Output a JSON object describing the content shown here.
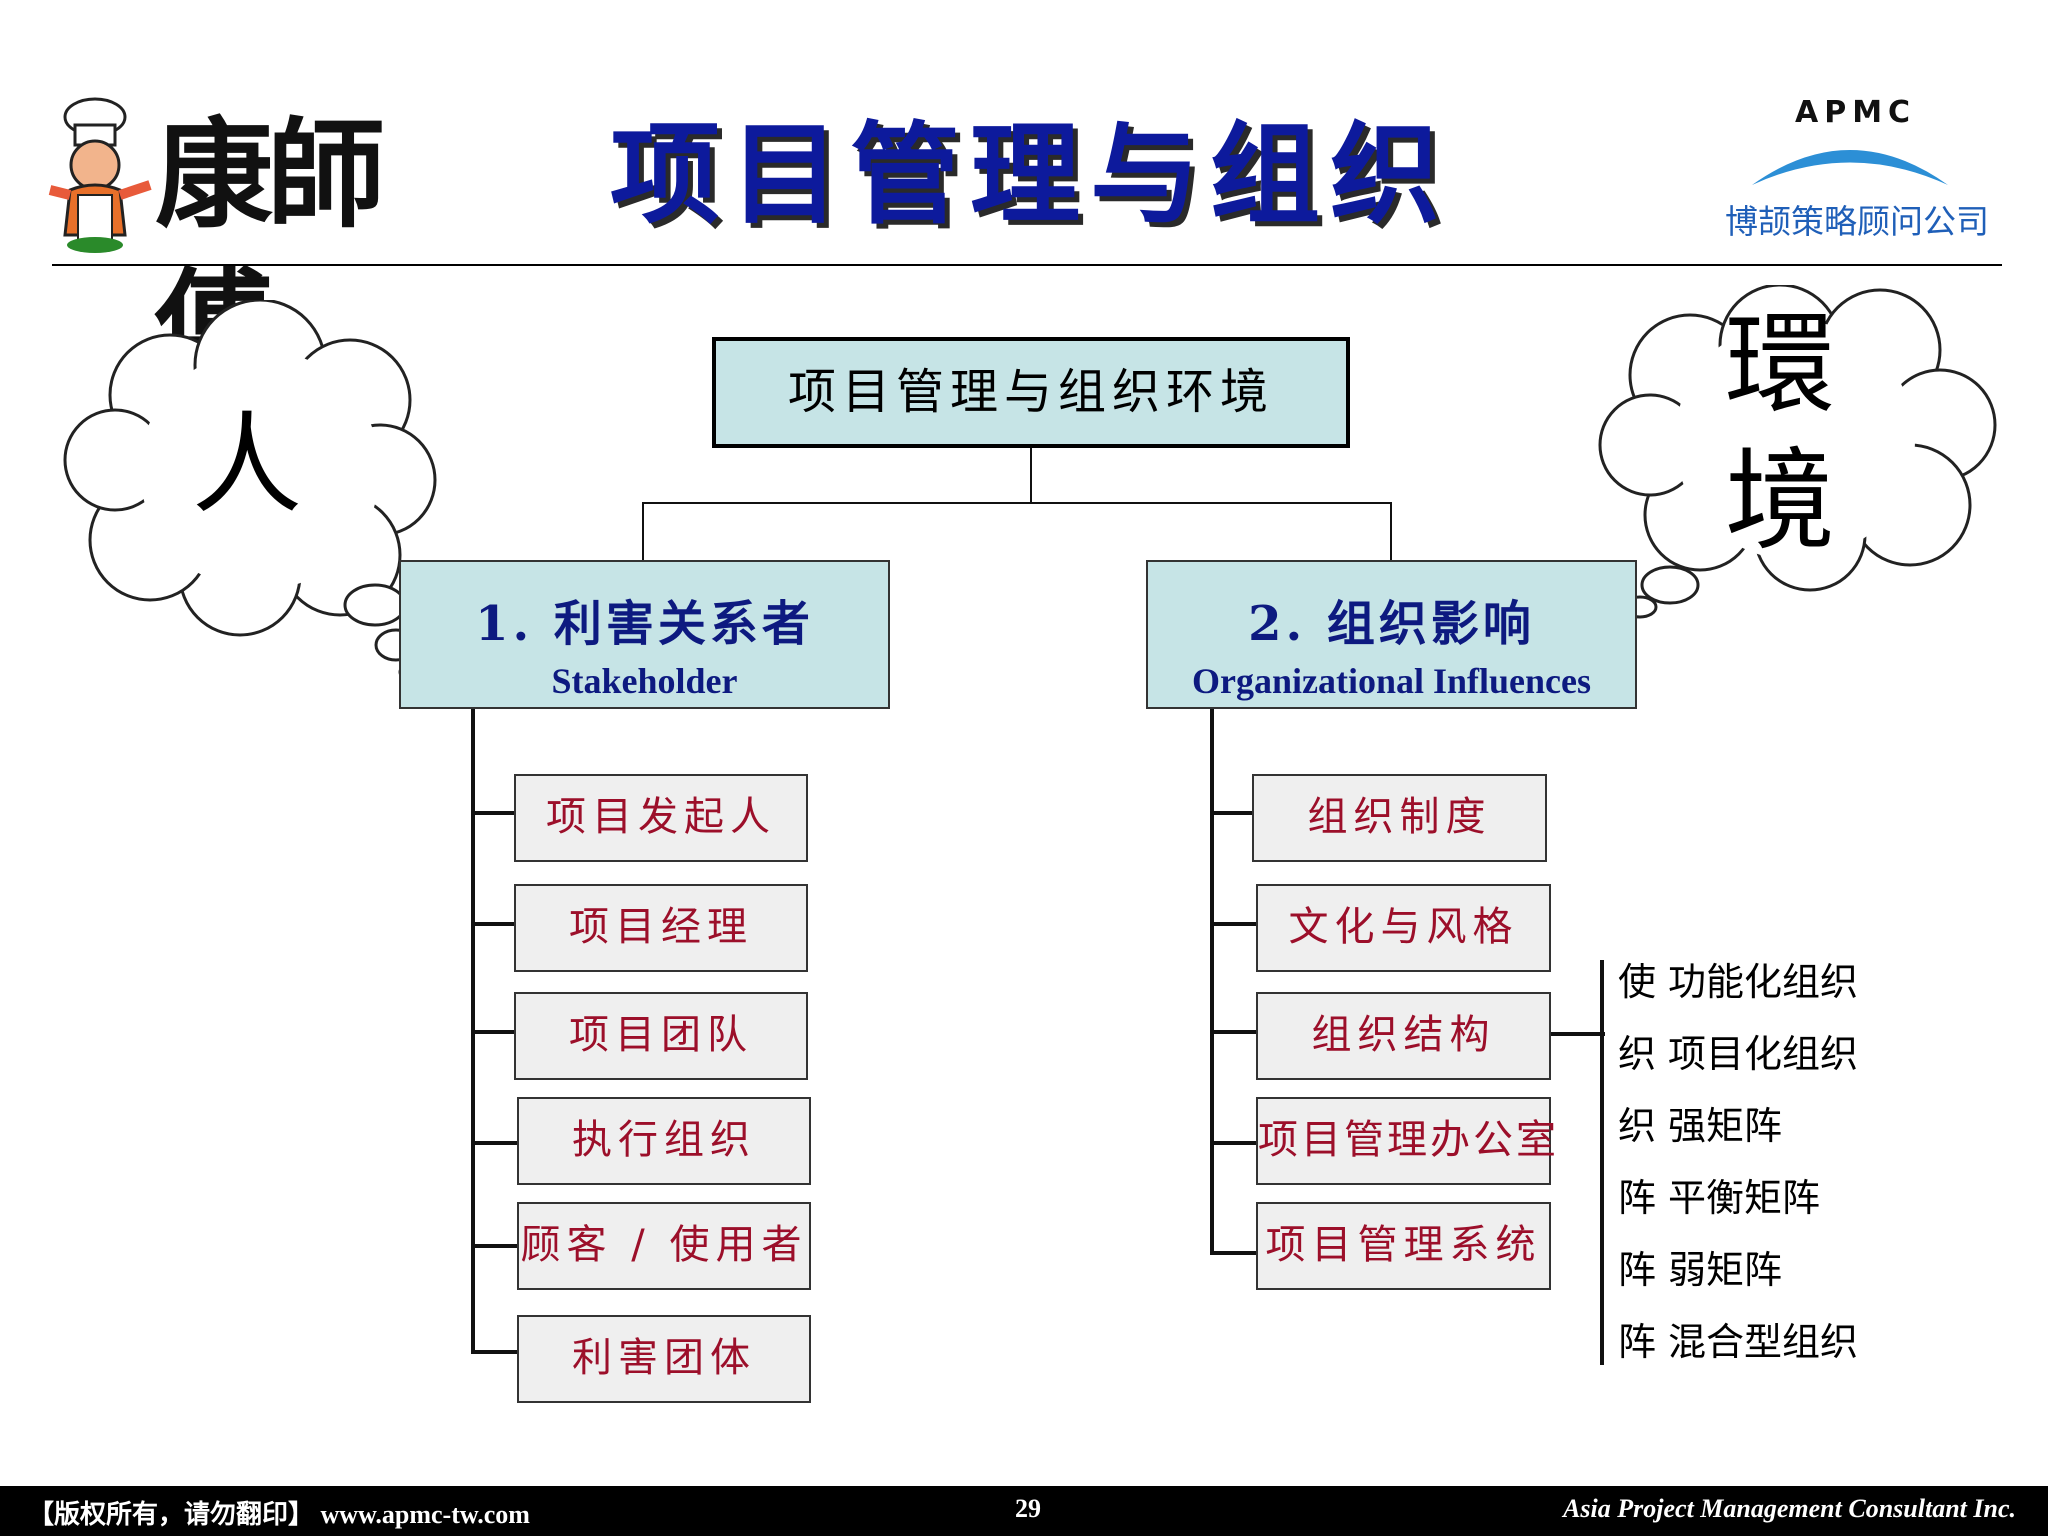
{
  "header": {
    "title": "项目管理与组织",
    "left_logo_text": "康師傅",
    "right_logo": {
      "brand": "APMC",
      "company": "博颉策略顾问公司"
    }
  },
  "colors": {
    "title": "#0d1a9c",
    "box_fill": "#c6e4e6",
    "item_text": "#9c0f2a",
    "company_text": "#1f5fb8",
    "arc_blue": "#2c8fd6"
  },
  "clouds": {
    "left": "人",
    "right_top": "環",
    "right_bottom": "境"
  },
  "diagram": {
    "root": "项目管理与组织环境",
    "categories": [
      {
        "title_zh": "1. 利害关系者",
        "title_en": "Stakeholder",
        "items": [
          "项目发起人",
          "项目经理",
          "项目团队",
          "执行组织",
          "顾客 / 使用者",
          "利害团体"
        ]
      },
      {
        "title_zh": "2. 组织影响",
        "title_en": "Organizational Influences",
        "items": [
          "组织制度",
          "文化与风格",
          "组织结构",
          "项目管理办公室",
          "项目管理系统"
        ]
      }
    ],
    "structures": [
      {
        "prefix": "使",
        "label": "功能化组织"
      },
      {
        "prefix": "织",
        "label": "项目化组织"
      },
      {
        "prefix": "织",
        "label": "强矩阵"
      },
      {
        "prefix": "阵",
        "label": "平衡矩阵"
      },
      {
        "prefix": "阵",
        "label": "弱矩阵"
      },
      {
        "prefix": "阵",
        "label": "混合型组织"
      }
    ]
  },
  "footer": {
    "left": "【版权所有，请勿翻印】 www.apmc-tw.com",
    "page_number": "29",
    "right": "Asia Project Management Consultant Inc."
  }
}
